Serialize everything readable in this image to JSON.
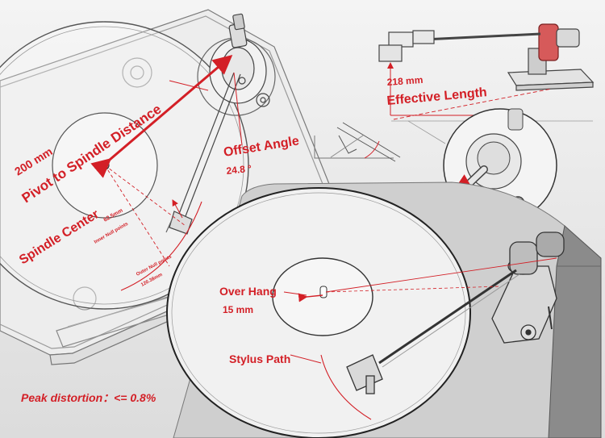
{
  "labels": {
    "pivot_distance_value": "200 mm",
    "pivot_distance_label": "Pivot to Spindle Distance",
    "spindle_center": "Spindle Center",
    "inner_null_value": "62.5mm",
    "inner_null_label": "Inner Null points",
    "outer_null_label": "Outer Null points",
    "outer_null_value": "120.38mm",
    "offset_angle_label": "Offset Angle",
    "offset_angle_value": "24.8 °",
    "effective_length_value": "218 mm",
    "effective_length_label": "Effective Length",
    "overhang_label": "Over Hang",
    "overhang_value": "15 mm",
    "stylus_path_label": "Stylus Path",
    "peak_distortion": "Peak distortion：<= 0.8%"
  },
  "colors": {
    "annotation_red": "#d31f26",
    "sketch_line": "#3a3a3a",
    "background_light": "#f4f4f4",
    "background_dark": "#dcdcdc"
  }
}
